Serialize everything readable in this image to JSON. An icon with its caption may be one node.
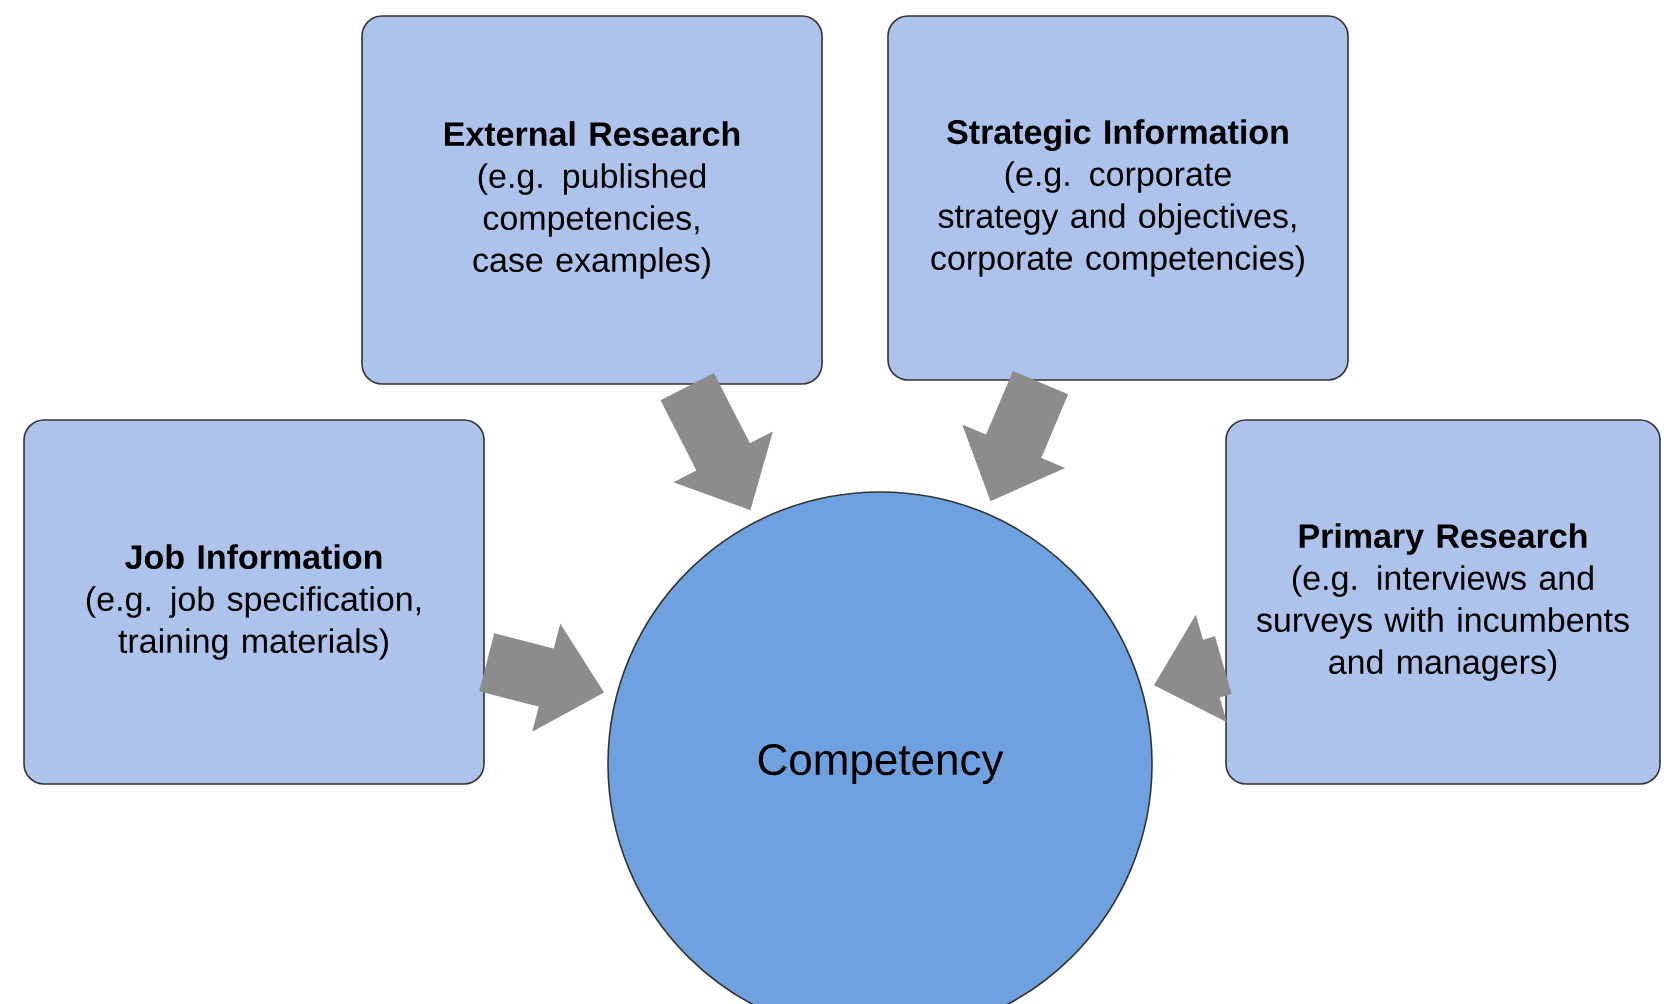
{
  "diagram": {
    "nodes": [
      {
        "text": [
          "Job Information",
          "(e.g. job specification, training materials)"
        ]
      },
      {
        "text": [
          "External Research",
          "(e.g. published competencies, case examples)"
        ]
      },
      {
        "text": [
          "Strategic Information",
          "(e.g. corporate strategy and objectives, corporate competencies)"
        ]
      },
      {
        "text": [
          "Primary Research",
          "(e.g. interviews and surveys with incumbents and managers)"
        ]
      },
      {
        "text": [
          "Competency"
        ]
      }
    ],
    "edges": [
      {
        "from": 0,
        "to": 4,
        "arrow": "to"
      },
      {
        "from": 1,
        "to": 4,
        "arrow": "to"
      },
      {
        "from": 2,
        "to": 4,
        "arrow": "to"
      },
      {
        "from": 3,
        "to": 4,
        "arrow": "to"
      }
    ]
  }
}
